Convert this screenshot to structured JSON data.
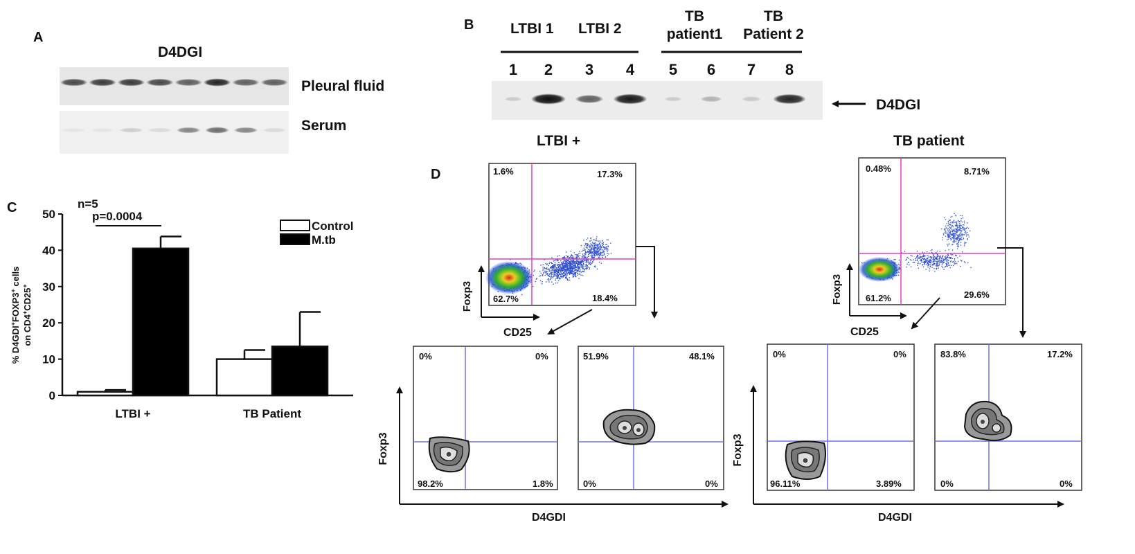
{
  "panelA": {
    "letter": "A",
    "title": "D4DGI",
    "row1_label": "Pleural fluid",
    "row2_label": "Serum",
    "row1_intensity": [
      0.7,
      0.75,
      0.75,
      0.7,
      0.6,
      0.85,
      0.6,
      0.6
    ],
    "row2_intensity": [
      0.05,
      0.05,
      0.15,
      0.1,
      0.45,
      0.55,
      0.45,
      0.1
    ]
  },
  "panelB": {
    "letter": "B",
    "groups": [
      "LTBI 1",
      "LTBI 2",
      "TB",
      "patient1",
      "TB",
      "Patient 2"
    ],
    "lanes": [
      "1",
      "2",
      "3",
      "4",
      "5",
      "6",
      "7",
      "8"
    ],
    "band_intensity": [
      0.05,
      0.95,
      0.6,
      0.9,
      0.05,
      0.25,
      0.15,
      0.85
    ],
    "arrow_label": "D4DGI"
  },
  "panelC": {
    "letter": "C",
    "n_label": "n=5",
    "p_label": "p=0.0004",
    "chart_data": {
      "type": "bar",
      "categories": [
        "LTBI +",
        "TB Patient"
      ],
      "series": [
        {
          "name": "Control",
          "values": [
            1,
            10
          ],
          "errors": [
            0.5,
            2.5
          ],
          "color": "#ffffff"
        },
        {
          "name": "M.tb",
          "values": [
            40.5,
            13.5
          ],
          "errors": [
            3.3,
            9.5
          ],
          "color": "#000000"
        }
      ],
      "ylabel_parts": [
        "% D4GDI",
        "+",
        "FOXP3",
        "+",
        " cells"
      ],
      "ylabel2_parts": [
        "on CD4",
        "+",
        "CD25",
        "+"
      ],
      "ylim": [
        0,
        50
      ],
      "yticks": [
        "0",
        "10",
        "20",
        "30",
        "40",
        "50"
      ]
    }
  },
  "panelD": {
    "letter": "D",
    "ltbi": {
      "title": "LTBI +",
      "xaxis": "CD25",
      "yaxis": "Foxp3",
      "top": {
        "ul": "1.6%",
        "ur": "17.3%",
        "ll": "62.7%",
        "lr": "18.4%"
      },
      "left": {
        "ul": "0%",
        "ur": "0%",
        "ll": "98.2%",
        "lr": "1.8%"
      },
      "right": {
        "ul": "51.9%",
        "ur": "48.1%",
        "ll": "0%",
        "lr": "0%"
      },
      "bottom_xaxis": "D4GDI",
      "bottom_yaxis": "Foxp3"
    },
    "tb": {
      "title": "TB patient",
      "xaxis": "CD25",
      "yaxis": "Foxp3",
      "top": {
        "ul": "0.48%",
        "ur": "8.71%",
        "ll": "61.2%",
        "lr": "29.6%"
      },
      "left": {
        "ul": "0%",
        "ur": "0%",
        "ll": "96.11%",
        "lr": "3.89%"
      },
      "right": {
        "ul": "83.8%",
        "ur": "17.2%",
        "ll": "0%",
        "lr": "0%"
      },
      "bottom_xaxis": "D4GDI",
      "bottom_yaxis": "Foxp3"
    }
  }
}
